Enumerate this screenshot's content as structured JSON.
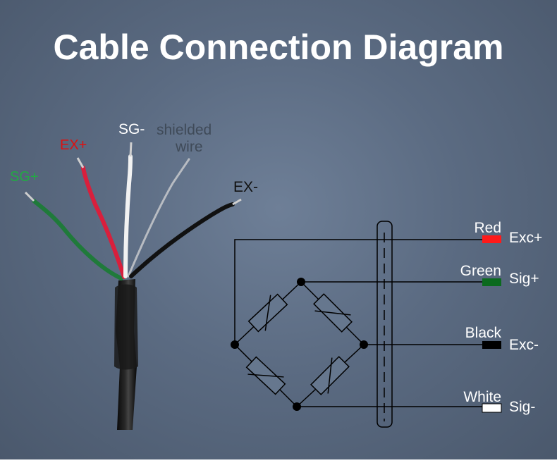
{
  "title": "Cable Connection Diagram",
  "cable_labels": {
    "sg_plus": "SG+",
    "ex_plus": "EX+",
    "sg_minus": "SG-",
    "shielded_line1": "shielded",
    "shielded_line2": "wire",
    "ex_minus": "EX-"
  },
  "terminals": [
    {
      "color_name": "Red",
      "function": "Exc+",
      "swatch": "#ff1a1a"
    },
    {
      "color_name": "Green",
      "function": "Sig+",
      "swatch": "#0b6a1e"
    },
    {
      "color_name": "Black",
      "function": "Exc-",
      "swatch": "#000000"
    },
    {
      "color_name": "White",
      "function": "Sig-",
      "swatch": "#ffffff"
    }
  ],
  "colors": {
    "sg_plus_label": "#22aa44",
    "ex_plus_label": "#dd1111",
    "sg_minus_label": "#ffffff",
    "shielded_label": "#3f4a58",
    "ex_minus_label": "#111111",
    "wire_green": "#1f7a3a",
    "wire_red": "#d81f3c",
    "wire_white": "#f2f2f2",
    "wire_black": "#111111",
    "wire_shield": "#b8bcc2"
  }
}
